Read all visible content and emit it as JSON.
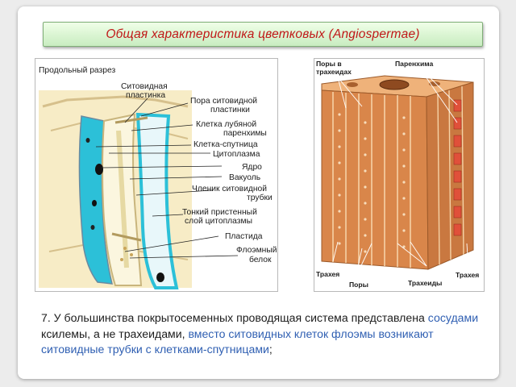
{
  "title": "Общая характеристика цветковых (Angiospermae)",
  "left_figure": {
    "heading": "Продольный разрез",
    "labels": [
      "Ситовидная",
      "пластинка",
      "Пора ситовидной",
      "пластинки",
      "Клетка лубяной",
      "паренхимы",
      "Клетка-спутница",
      "Цитоплазма",
      "Ядро",
      "Вакуоль",
      "Членик ситовидной",
      "трубки",
      "Тонкий пристенный",
      "слой цитоплазмы",
      "Пластида",
      "Флоэмный",
      "белок"
    ]
  },
  "right_figure": {
    "labels": [
      "Поры в",
      "трахеидах",
      "Паренхима",
      "Трахея",
      "Поры",
      "Трахеиды",
      "Трахея"
    ]
  },
  "caption": {
    "p1": "7. У большинства покрытосеменных проводящая система представлена ",
    "h1": "сосудами",
    "p2": " ксилемы, а не трахеидами, ",
    "h2": "вместо ситовидных клеток флоэмы возникают ситовидные трубки с клетками-спутницами",
    "p3": ";"
  },
  "colors": {
    "title_text": "#c01818",
    "title_box": "#c8ecc0",
    "highlight_text": "#2f5fb2",
    "cytoplasm": "#2cc0d8",
    "wood": "#d9864a"
  }
}
